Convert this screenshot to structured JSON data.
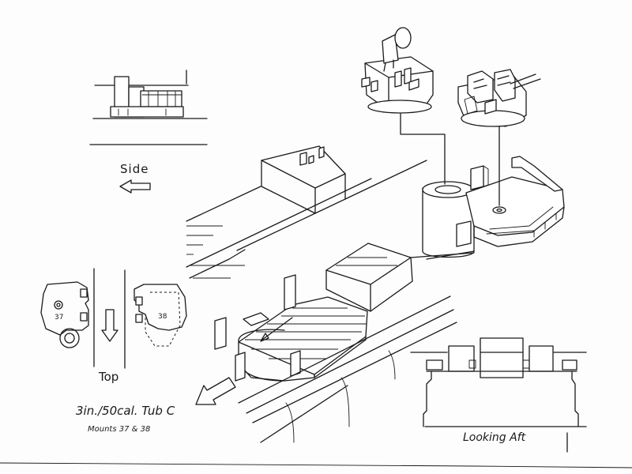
{
  "labels": {
    "side": "Side",
    "top": "Top",
    "title": "3in./50cal. Tub C",
    "subtitle": "Mounts 37 & 38",
    "looking_aft": "Looking Aft",
    "mount_37": "37",
    "mount_38": "38"
  },
  "colors": {
    "ink": "#1a1a1a",
    "paper": "#fdfdfd"
  },
  "icons": {
    "direction_arrows": [
      "arrow-left-icon",
      "arrow-down-icon",
      "arrow-down-left-icon"
    ]
  }
}
